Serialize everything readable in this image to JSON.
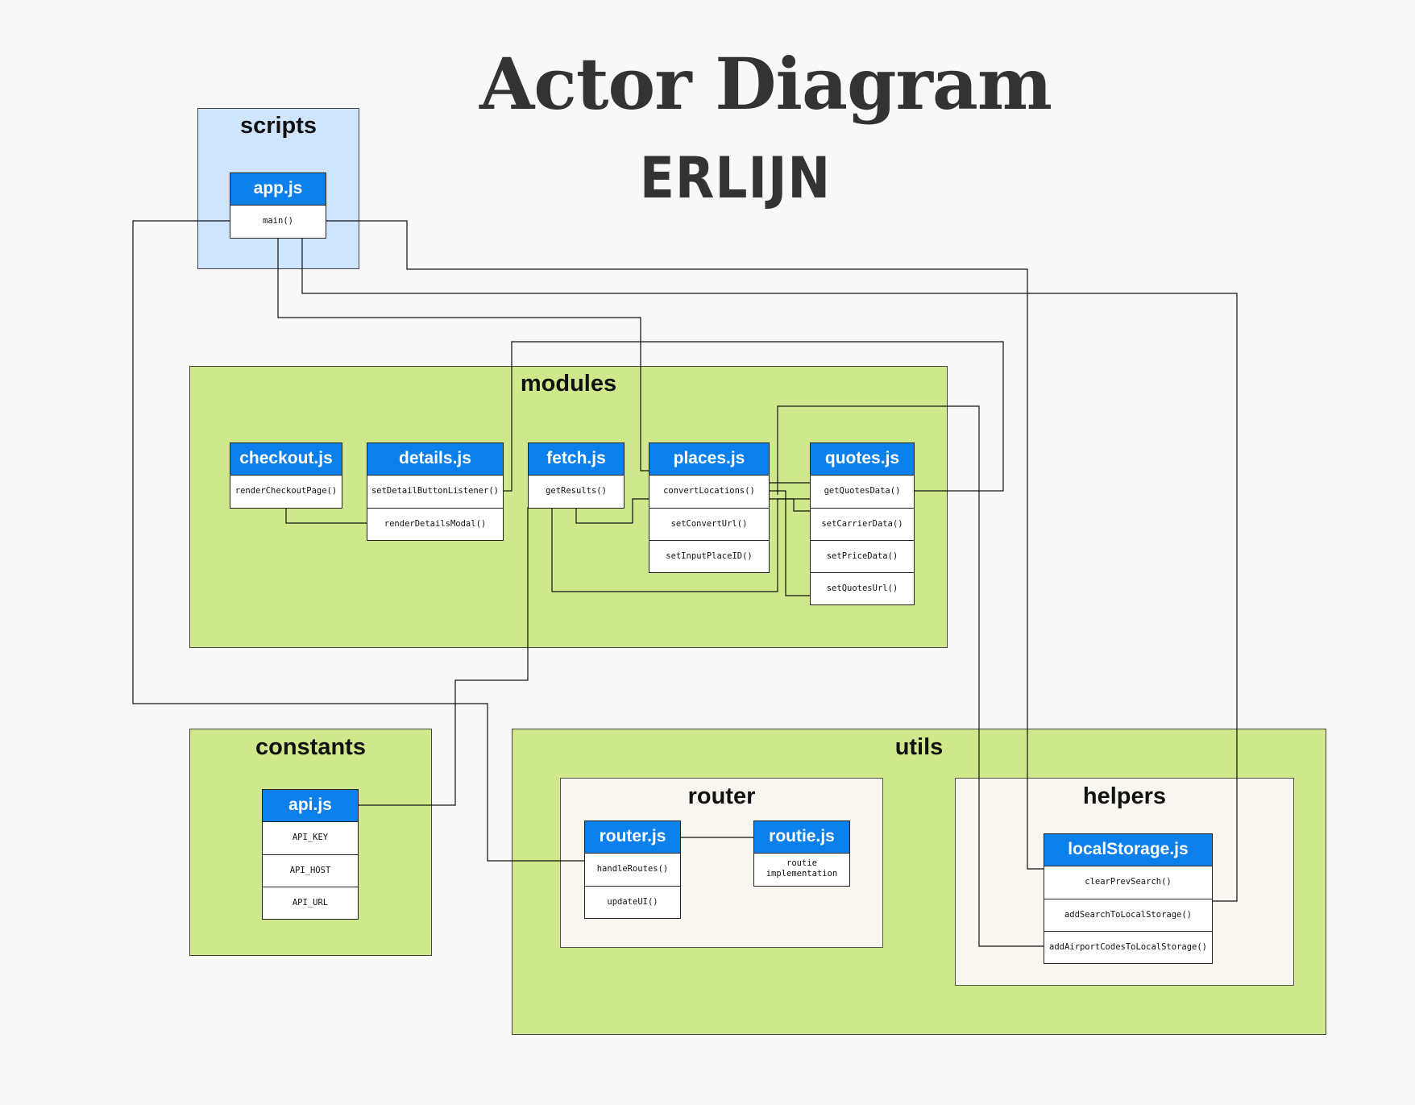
{
  "title": "Actor Diagram",
  "subtitle": "ERLIJN",
  "groups": {
    "scripts": "scripts",
    "modules": "modules",
    "constants": "constants",
    "utils": "utils",
    "router": "router",
    "helpers": "helpers"
  },
  "modules": {
    "app": {
      "name": "app.js",
      "rows": [
        "main()"
      ]
    },
    "checkout": {
      "name": "checkout.js",
      "rows": [
        "renderCheckoutPage()"
      ]
    },
    "details": {
      "name": "details.js",
      "rows": [
        "setDetailButtonListener()",
        "renderDetailsModal()"
      ]
    },
    "fetch": {
      "name": "fetch.js",
      "rows": [
        "getResults()"
      ]
    },
    "places": {
      "name": "places.js",
      "rows": [
        "convertLocations()",
        "setConvertUrl()",
        "setInputPlaceID()"
      ]
    },
    "quotes": {
      "name": "quotes.js",
      "rows": [
        "getQuotesData()",
        "setCarrierData()",
        "setPriceData()",
        "setQuotesUrl()"
      ]
    },
    "api": {
      "name": "api.js",
      "rows": [
        "API_KEY",
        "API_HOST",
        "API_URL"
      ]
    },
    "router": {
      "name": "router.js",
      "rows": [
        "handleRoutes()",
        "updateUI()"
      ]
    },
    "routie": {
      "name": "routie.js",
      "rows": [
        "routie implementation"
      ]
    },
    "localStorage": {
      "name": "localStorage.js",
      "rows": [
        "clearPrevSearch()",
        "addSearchToLocalStorage()",
        "addAirportCodesToLocalStorage()"
      ]
    }
  },
  "colors": {
    "module_header": "#0b80ec",
    "group_green": "#cfe88b",
    "group_blue": "#cfe5fd",
    "group_cream": "#f8f6ee"
  }
}
